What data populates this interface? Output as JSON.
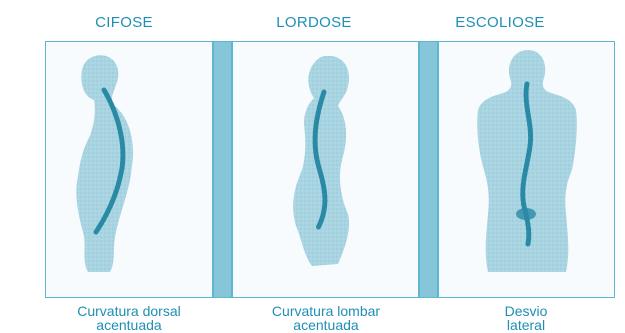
{
  "panels": [
    {
      "title": "CIFOSE",
      "caption_line1": "Curvatura dorsal",
      "caption_line2": "acentuada"
    },
    {
      "title": "LORDOSE",
      "caption_line1": "Curvatura lombar",
      "caption_line2": "acentuada"
    },
    {
      "title": "ESCOLIOSE",
      "caption_line1": "Desvio",
      "caption_line2": "lateral"
    }
  ],
  "colors": {
    "title_text": "#1f8fb5",
    "frame_border": "#5bb8d0",
    "divider_fill": "#86c6d8",
    "body_fill": "#a9d4e2",
    "spine": "#2a8aa6"
  }
}
